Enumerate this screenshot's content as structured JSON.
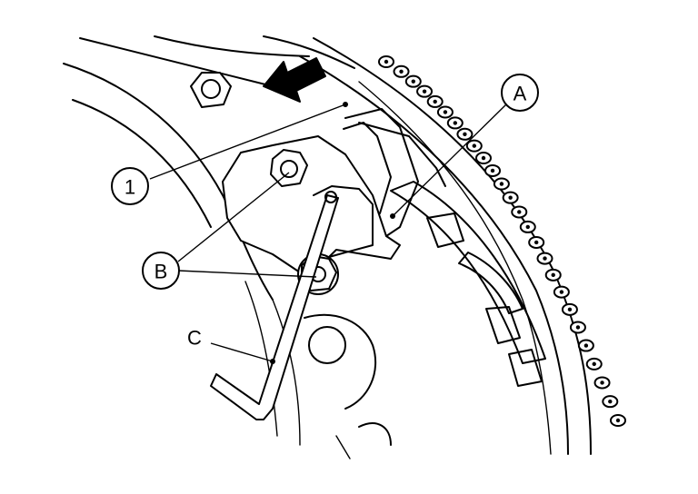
{
  "callouts": {
    "one": "1",
    "a": "A",
    "b": "B",
    "c": "C"
  },
  "arrow_icon": "direction-arrow-icon",
  "colors": {
    "line": "#000000",
    "background": "#ffffff"
  }
}
